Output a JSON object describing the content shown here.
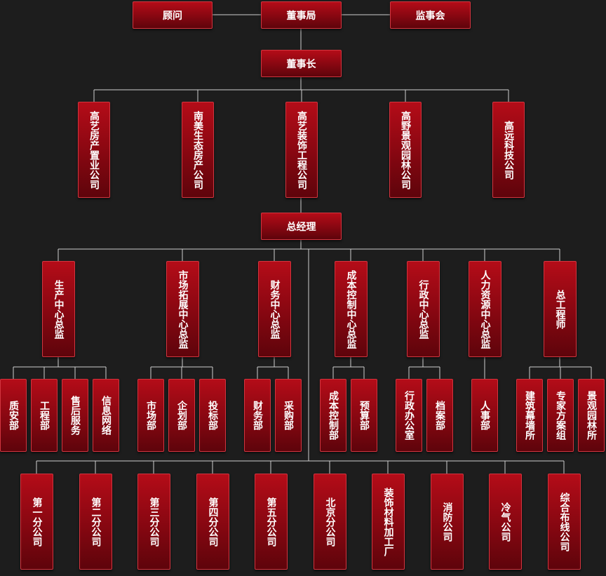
{
  "top": {
    "advisor": "顾问",
    "board": "董事局",
    "supervisors": "监事会",
    "chairman": "董事长",
    "gm": "总经理"
  },
  "companies": [
    "高艺房产置业公司",
    "南美生态房产公司",
    "高艺装饰工程公司",
    "高野景观园林公司",
    "高远科技公司"
  ],
  "directors": [
    "生产中心总监",
    "市场拓展中心总监",
    "财务中心总监",
    "成本控制中心总监",
    "行政中心总监",
    "人力资源中心总监",
    "总工程师"
  ],
  "departments": [
    [
      "质安部",
      "工程部",
      "售后服务",
      "信息网络"
    ],
    [
      "市场部",
      "企划部",
      "投标部"
    ],
    [
      "财务部",
      "采购部"
    ],
    [
      "成本控制部",
      "预算部"
    ],
    [
      "行政办公室",
      "档案部"
    ],
    [
      "人事部"
    ],
    [
      "建筑幕墙所",
      "专家方案组",
      "景观园林所"
    ]
  ],
  "subsidiaries": [
    "第一分公司",
    "第二分公司",
    "第三分公司",
    "第四分公司",
    "第五分公司",
    "北京分公司",
    "装饰材料加工厂",
    "消防公司",
    "冷气公司",
    "综合布线公司"
  ],
  "colors": {
    "box_top": "#b40c18",
    "box_bottom": "#5e040b",
    "line": "#cfcfcf",
    "background": "#1d1d1d"
  }
}
